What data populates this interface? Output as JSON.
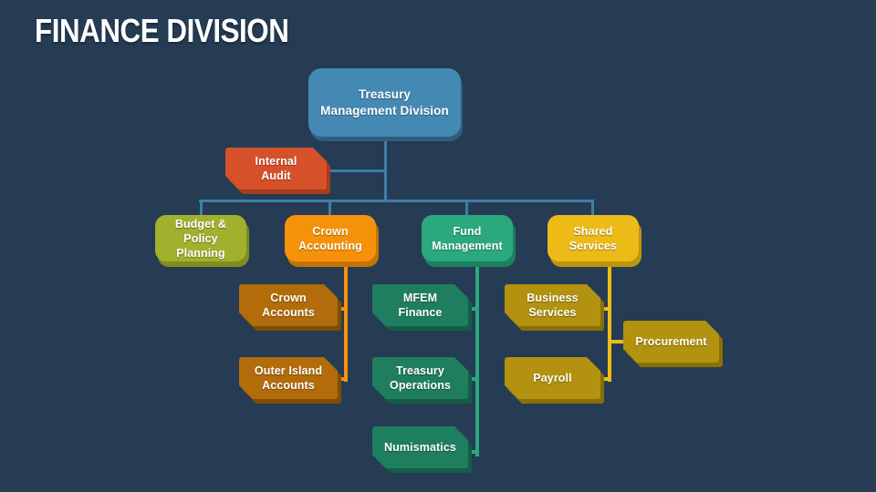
{
  "slide": {
    "title": "FINANCE DIVISION"
  },
  "nodes": {
    "treasury": {
      "label": "Treasury\nManagement Division"
    },
    "internal_audit": {
      "label": "Internal\nAudit"
    },
    "budget_policy": {
      "label": "Budget & Policy\nPlanning"
    },
    "crown_accounting": {
      "label": "Crown\nAccounting"
    },
    "fund_management": {
      "label": "Fund\nManagement"
    },
    "shared_services": {
      "label": "Shared\nServices"
    },
    "crown_accounts": {
      "label": "Crown\nAccounts"
    },
    "outer_island_accounts": {
      "label": "Outer Island\nAccounts"
    },
    "mfem_finance": {
      "label": "MFEM\nFinance"
    },
    "treasury_operations": {
      "label": "Treasury\nOperations"
    },
    "numismatics": {
      "label": "Numismatics"
    },
    "business_services": {
      "label": "Business\nServices"
    },
    "payroll": {
      "label": "Payroll"
    },
    "procurement": {
      "label": "Procurement"
    }
  },
  "hierarchy": {
    "root": "Treasury Management Division",
    "staff_box_left_of_root": "Internal Audit",
    "children": [
      {
        "name": "Budget & Policy Planning",
        "children": []
      },
      {
        "name": "Crown Accounting",
        "children": [
          "Crown Accounts",
          "Outer Island Accounts"
        ]
      },
      {
        "name": "Fund Management",
        "children": [
          "MFEM Finance",
          "Treasury Operations",
          "Numismatics"
        ]
      },
      {
        "name": "Shared Services",
        "children": [
          "Business Services",
          "Payroll",
          "Procurement"
        ]
      }
    ]
  },
  "colors": {
    "background": "#253C54",
    "title_text": "#FFFFFF",
    "node_fills": {
      "treasury": {
        "fill": "#4489B4",
        "shadow": "#2F5E7E"
      },
      "internal_audit": {
        "fill": "#D6502A",
        "shadow": "#A53C1C"
      },
      "budget_policy": {
        "fill": "#A1B02D",
        "shadow": "#7F8D1F"
      },
      "crown_accounting": {
        "fill": "#F5920A",
        "shadow": "#C47300"
      },
      "fund_management": {
        "fill": "#2BA87E",
        "shadow": "#1B8061"
      },
      "shared_services": {
        "fill": "#EDBB17",
        "shadow": "#BD950C"
      },
      "crown_sub": {
        "fill": "#B26C0A",
        "shadow": "#7F4D04"
      },
      "fund_sub": {
        "fill": "#1F7E60",
        "shadow": "#155D46"
      },
      "shared_sub": {
        "fill": "#B2920E",
        "shadow": "#8A6F07"
      }
    },
    "connectors": {
      "blue": "#3E7DA8",
      "orange": "#F5920A",
      "teal": "#2BA87E",
      "gold": "#EFBC17"
    }
  }
}
